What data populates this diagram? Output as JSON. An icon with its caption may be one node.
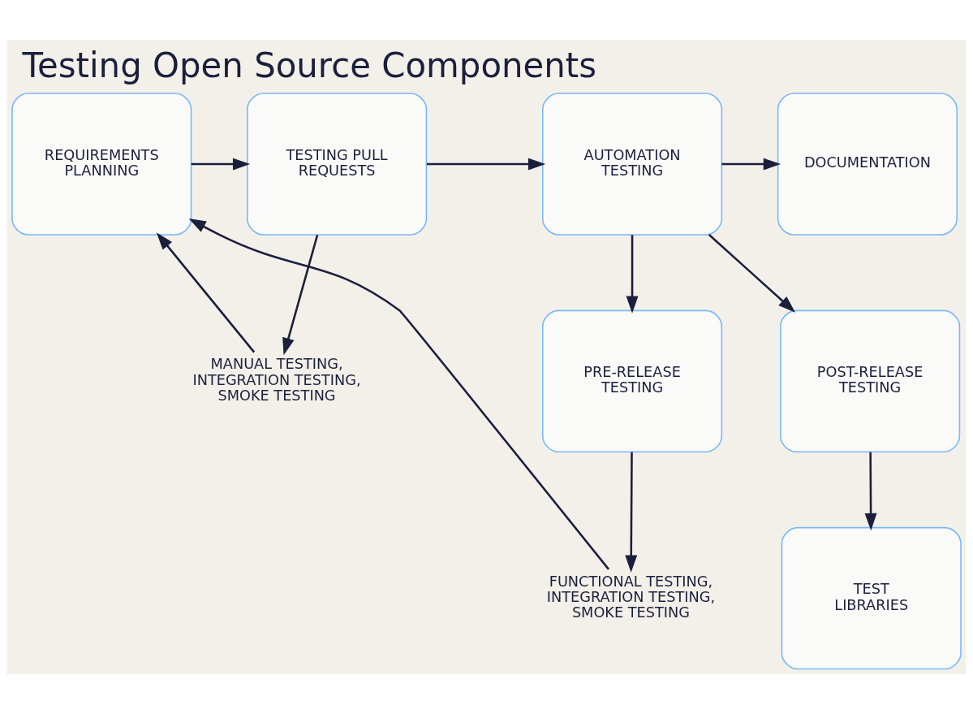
{
  "diagram": {
    "title": "Testing Open Source Components",
    "nodes": [
      {
        "text": [
          "REQUIREMENTS PLANNING"
        ]
      },
      {
        "text": [
          "TESTING PULL REQUESTS"
        ]
      },
      {
        "text": [
          "AUTOMATION TESTING"
        ]
      },
      {
        "text": [
          "DOCUMENTATION"
        ]
      },
      {
        "text": [
          "MANUAL TESTING, INTEGRATION TESTING, SMOKE TESTING"
        ]
      },
      {
        "text": [
          "PRE-RELEASE TESTING"
        ]
      },
      {
        "text": [
          "POST-RELEASE TESTING"
        ]
      },
      {
        "text": [
          "FUNCTIONAL TESTING, INTEGRATION TESTING, SMOKE TESTING"
        ]
      },
      {
        "text": [
          "TEST LIBRARIES"
        ]
      }
    ],
    "edges": [
      {
        "from": 0,
        "to": 1,
        "arrow": "to"
      },
      {
        "from": 1,
        "to": 2,
        "arrow": "to"
      },
      {
        "from": 2,
        "to": 3,
        "arrow": "to"
      },
      {
        "from": 1,
        "to": 4,
        "arrow": "to"
      },
      {
        "from": 2,
        "to": 5,
        "arrow": "to"
      },
      {
        "from": 2,
        "to": 6,
        "arrow": "to"
      },
      {
        "from": 4,
        "to": 0,
        "arrow": "to"
      },
      {
        "from": 5,
        "to": 7,
        "arrow": "to"
      },
      {
        "from": 6,
        "to": 8,
        "arrow": "to"
      },
      {
        "from": 7,
        "to": 0,
        "arrow": "to"
      }
    ]
  }
}
